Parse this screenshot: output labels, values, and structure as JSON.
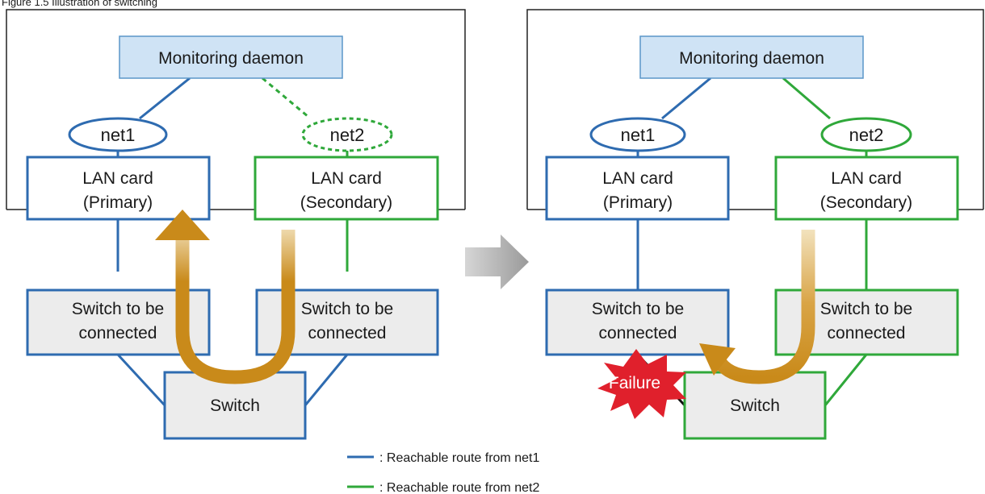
{
  "caption": "Figure 1.5 Illustration of switching",
  "colors": {
    "net1": "#2e6bb0",
    "net2": "#2fa83a",
    "host_border": "#222222",
    "daemon_fill": "#cfe3f5",
    "daemon_border": "#5a96c8",
    "switch_fill": "#ececec",
    "arrow": "#c98a1a",
    "failure": "#e0202c",
    "transition_arrow": "#a6a6a6"
  },
  "before": {
    "daemon": "Monitoring daemon",
    "net1": "net1",
    "net2": "net2",
    "lan_primary": [
      "LAN card",
      "(Primary)"
    ],
    "lan_secondary": [
      "LAN card",
      "(Secondary)"
    ],
    "switch_left": [
      "Switch to be",
      "connected"
    ],
    "switch_right": [
      "Switch to be",
      "connected"
    ],
    "switch_bottom": "Switch"
  },
  "after": {
    "daemon": "Monitoring daemon",
    "net1": "net1",
    "net2": "net2",
    "lan_primary": [
      "LAN card",
      "(Primary)"
    ],
    "lan_secondary": [
      "LAN card",
      "(Secondary)"
    ],
    "switch_left": [
      "Switch to be",
      "connected"
    ],
    "switch_right": [
      "Switch to be",
      "connected"
    ],
    "switch_bottom": "Switch",
    "failure": "Failure"
  },
  "legend": [
    {
      "label": ": Reachable route from net1",
      "color_key": "net1"
    },
    {
      "label": ": Reachable route from net2",
      "color_key": "net2"
    }
  ]
}
